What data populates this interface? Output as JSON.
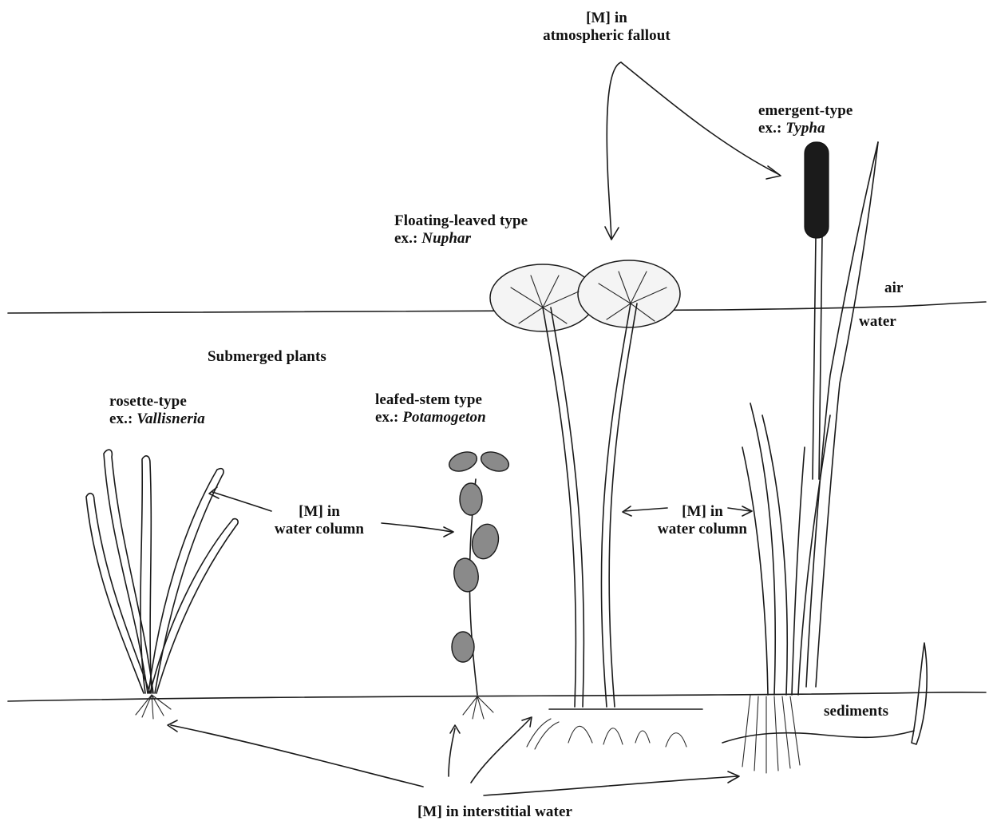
{
  "labels": {
    "atmospheric": [
      "[M] in",
      "atmospheric fallout"
    ],
    "emergent": {
      "type": "emergent-type",
      "ex_prefix": "ex.:",
      "ex_genus": "Typha"
    },
    "floating": {
      "type": "Floating-leaved type",
      "ex_prefix": "ex.:",
      "ex_genus": "Nuphar"
    },
    "submerged_title": "Submerged plants",
    "rosette": {
      "type": "rosette-type",
      "ex_prefix": "ex.:",
      "ex_genus": "Vallisneria"
    },
    "leafed": {
      "type": "leafed-stem type",
      "ex_prefix": "ex.:",
      "ex_genus": "Potamogeton"
    },
    "water_col_left": [
      "[M] in",
      "water column"
    ],
    "water_col_right": [
      "[M] in",
      "water column"
    ],
    "air": "air",
    "water": "water",
    "sediments": "sediments",
    "interstitial": "[M] in interstitial water"
  }
}
